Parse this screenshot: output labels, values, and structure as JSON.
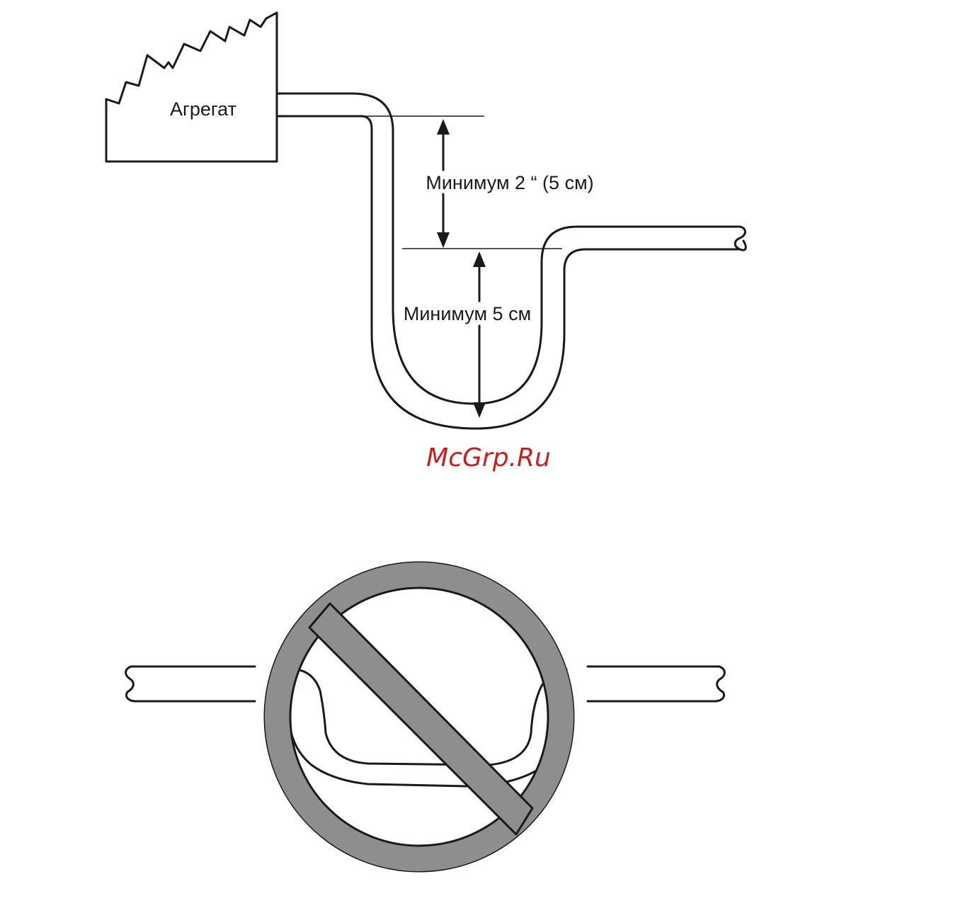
{
  "diagram": {
    "unit_label": "Агрегат",
    "dimension_top": "Минимум 2 “ (5 см)",
    "dimension_bottom": "Минимум 5 см",
    "watermark": "McGrp.Ru",
    "prohibition_color": "#8e8e8e"
  }
}
